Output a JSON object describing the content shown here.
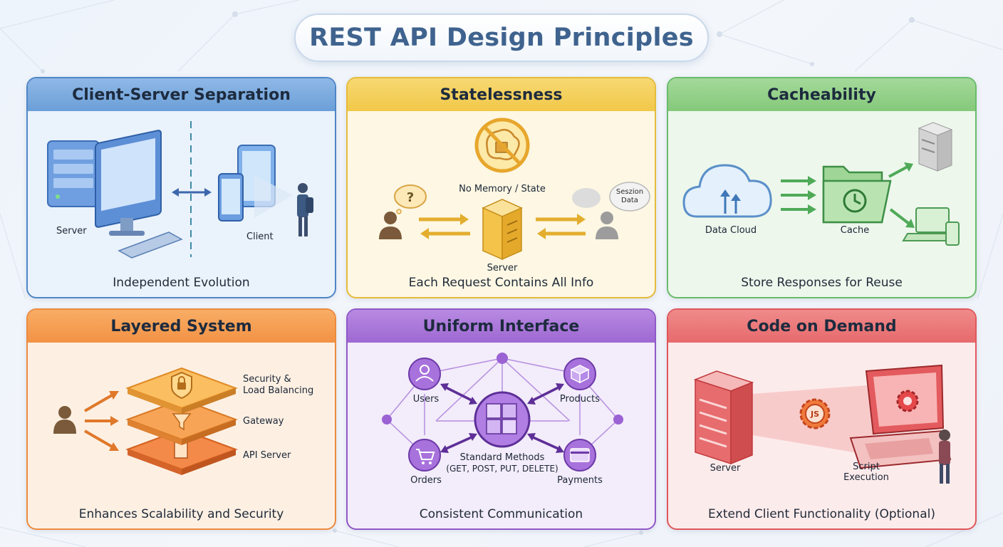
{
  "title": "REST API Design Principles",
  "cards": [
    {
      "title": "Client-Server Separation",
      "caption": "Independent Evolution",
      "labels": {
        "server": "Server",
        "client": "Client"
      }
    },
    {
      "title": "Statelessness",
      "caption": "Each Request Contains All Info",
      "labels": {
        "no_memory": "No Memory / State",
        "server": "Server",
        "session_line1": "Seszion",
        "session_line2": "Data",
        "question": "?"
      }
    },
    {
      "title": "Cacheability",
      "caption": "Store Responses for Reuse",
      "labels": {
        "data_cloud": "Data Cloud",
        "cache": "Cache"
      }
    },
    {
      "title": "Layered System",
      "caption": "Enhances Scalability and Security",
      "labels": {
        "security_line1": "Security &",
        "security_line2": "Load Balancing",
        "gateway": "Gateway",
        "api_server": "API Server"
      }
    },
    {
      "title": "Uniform Interface",
      "caption": "Consistent Communication",
      "labels": {
        "users": "Users",
        "products": "Products",
        "orders": "Orders",
        "payments": "Payments",
        "methods_line1": "Standard Methods",
        "methods_line2": "(GET, POST, PUT, DELETE)"
      }
    },
    {
      "title": "Code on Demand",
      "caption": "Extend Client Functionality (Optional)",
      "labels": {
        "server": "Server",
        "script_line1": "Script",
        "script_line2": "Execution",
        "js": "JS"
      }
    }
  ],
  "colors": {
    "client_server": "#6b9fd8",
    "statelessness": "#f1c849",
    "cacheability": "#85c97a",
    "layered": "#f39244",
    "uniform": "#9e68d2",
    "code_on_demand": "#e76a6c"
  },
  "icons": [
    "server-icon",
    "monitor-icon",
    "keyboard-icon",
    "tablet-icon",
    "phone-icon",
    "person-icon",
    "brain-icon",
    "no-symbol-icon",
    "cloud-icon",
    "folder-icon",
    "laptop-icon",
    "lock-icon",
    "funnel-icon",
    "document-icon",
    "puzzle-icon",
    "cart-icon",
    "card-icon",
    "box-icon",
    "gear-icon"
  ]
}
